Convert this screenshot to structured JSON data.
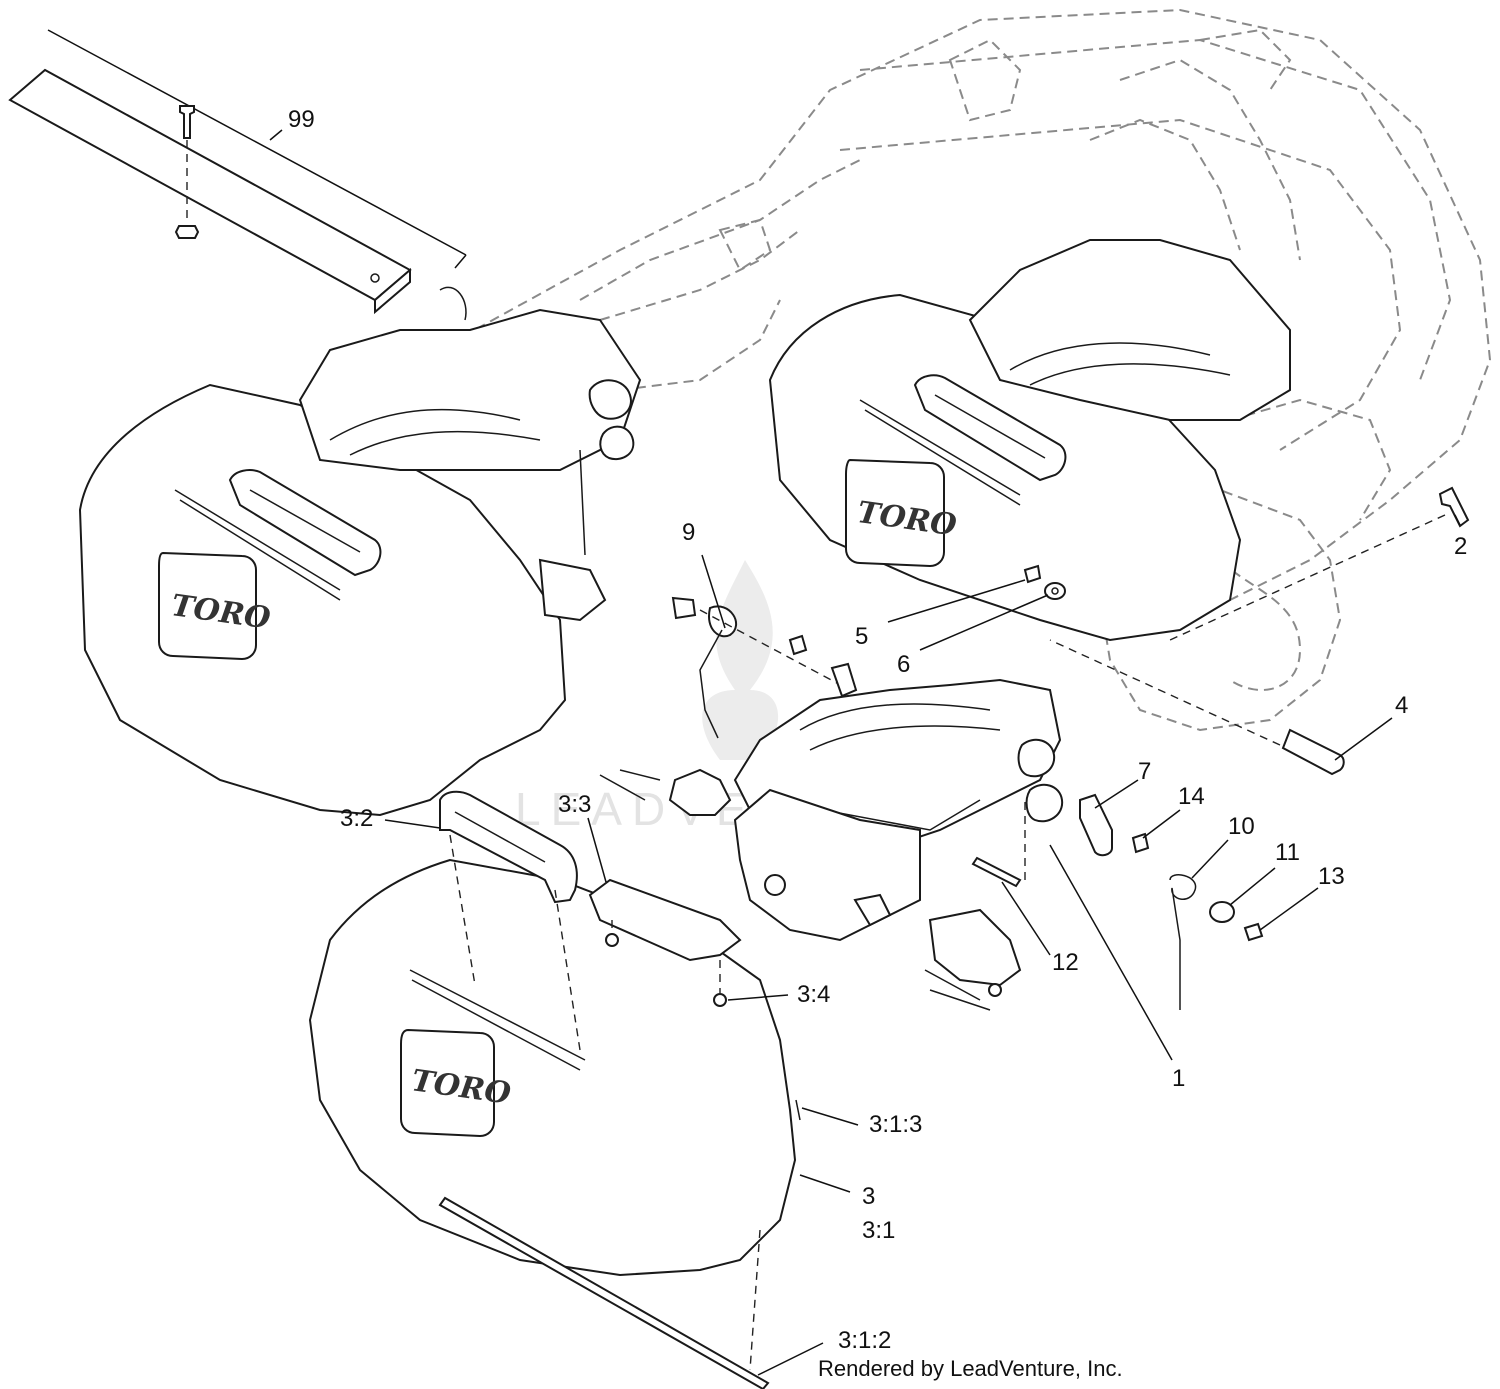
{
  "brand_logo_text": "TORO",
  "watermark_text": "LEADVENTURE",
  "credit": "Rendered by LeadVenture, Inc.",
  "callouts": [
    {
      "id": "99",
      "label": "99"
    },
    {
      "id": "2",
      "label": "2"
    },
    {
      "id": "9",
      "label": "9"
    },
    {
      "id": "5",
      "label": "5"
    },
    {
      "id": "6",
      "label": "6"
    },
    {
      "id": "4",
      "label": "4"
    },
    {
      "id": "7",
      "label": "7"
    },
    {
      "id": "14",
      "label": "14"
    },
    {
      "id": "10",
      "label": "10"
    },
    {
      "id": "11",
      "label": "11"
    },
    {
      "id": "13",
      "label": "13"
    },
    {
      "id": "12",
      "label": "12"
    },
    {
      "id": "1",
      "label": "1"
    },
    {
      "id": "3-2",
      "label": "3:2"
    },
    {
      "id": "3-3",
      "label": "3:3"
    },
    {
      "id": "3-4",
      "label": "3:4"
    },
    {
      "id": "3-1-3",
      "label": "3:1:3"
    },
    {
      "id": "3",
      "label": "3"
    },
    {
      "id": "3-1",
      "label": "3:1"
    },
    {
      "id": "3-1-2",
      "label": "3:1:2"
    }
  ]
}
